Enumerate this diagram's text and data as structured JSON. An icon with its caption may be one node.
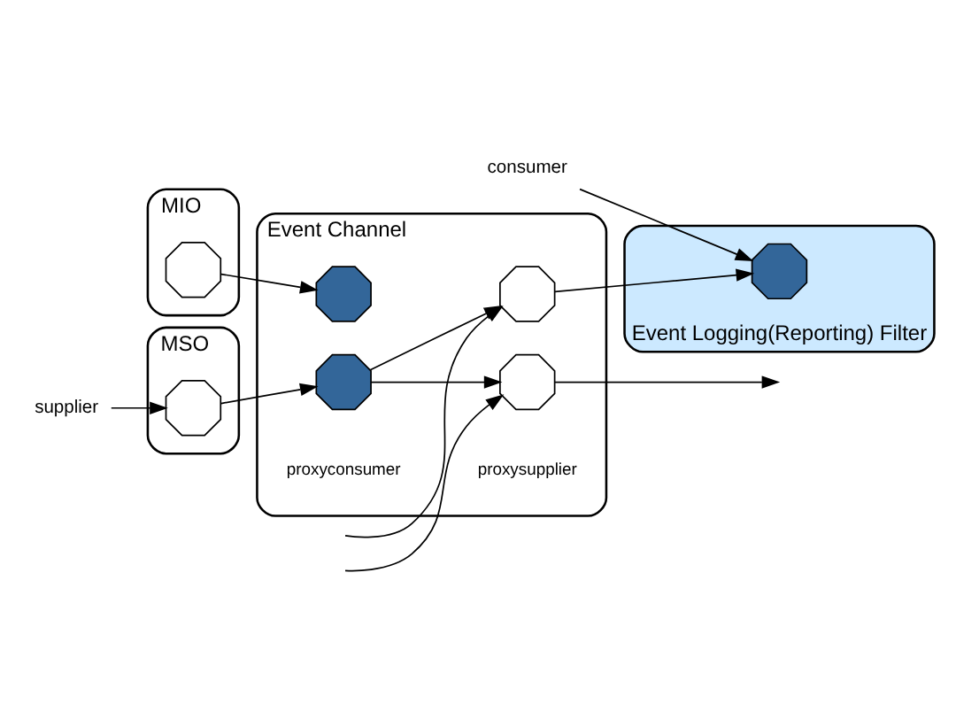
{
  "diagram": {
    "nodes": [
      {
        "text": [
          "MIO"
        ]
      },
      {
        "text": [],
        "shape": "octagon",
        "in": 0
      },
      {
        "text": [
          "MSO"
        ]
      },
      {
        "text": [],
        "shape": "octagon",
        "in": 2
      },
      {
        "text": [
          "supplier"
        ]
      },
      {
        "text": [
          "Event Channel"
        ]
      },
      {
        "text": [],
        "shape": "octagon",
        "in": 5
      },
      {
        "text": [],
        "shape": "octagon",
        "in": 5,
        "beside": [
          "proxyconsumer"
        ]
      },
      {
        "text": [],
        "shape": "octagon",
        "in": 5
      },
      {
        "text": [],
        "shape": "octagon",
        "in": 5,
        "beside": [
          "proxysupplier"
        ]
      },
      {
        "text": [
          "Event Logging(Reporting) Filter"
        ]
      },
      {
        "text": [],
        "shape": "octagon",
        "in": 10
      },
      {
        "text": [
          "consumer"
        ]
      }
    ],
    "edges": [
      {
        "from": 1,
        "to": 6,
        "arrow": "to"
      },
      {
        "from": 4,
        "to": 3,
        "arrow": "to"
      },
      {
        "from": 3,
        "to": 7,
        "arrow": "to"
      },
      {
        "from": 7,
        "to": 8,
        "arrow": "to"
      },
      {
        "from": 7,
        "to": 9,
        "arrow": "to"
      },
      {
        "from": null,
        "to": 8,
        "arrow": "to"
      },
      {
        "from": null,
        "to": 9,
        "arrow": "to"
      },
      {
        "from": 9,
        "to": null,
        "arrow": "to"
      },
      {
        "from": 8,
        "to": 11,
        "arrow": "to"
      },
      {
        "from": 12,
        "to": 11,
        "arrow": "to"
      }
    ]
  }
}
